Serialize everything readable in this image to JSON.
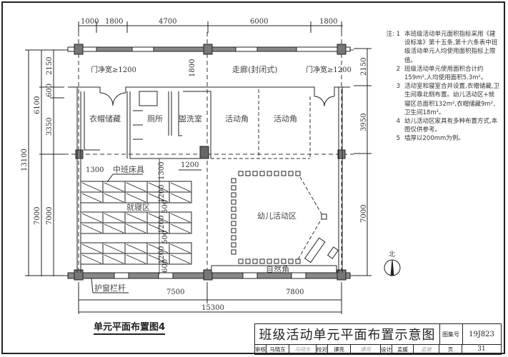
{
  "drawing": {
    "top_dims": [
      "1000",
      "1800",
      "4700",
      "6000",
      "1800"
    ],
    "bottom_dims": [
      "7500",
      "7800"
    ],
    "bottom_total": "15300",
    "left_dims_inner": [
      "2150",
      "600",
      "3350",
      "7000"
    ],
    "left_dims_mid": [
      "6100",
      "7000"
    ],
    "left_total": "13100",
    "right_dims": [
      "2150",
      "3950",
      "7000"
    ],
    "door_width_left": "门净宽≥1200",
    "door_width_right": "门净宽≥1200",
    "corridor_depth": "1800",
    "corridor_label": "走廊(封闭式)",
    "rooms": {
      "wardrobe": "衣帽储藏",
      "toilet": "厕所",
      "washroom": "盥洗室",
      "activity_corner_1": "活动角",
      "activity_corner_2": "活动角",
      "sleeping_area": "就寝区",
      "kids_activity_area": "幼儿活动区",
      "nature_corner": "自然角"
    },
    "bed_label": "中班床具",
    "bed_dims": {
      "aisle_left": "1300",
      "aisle_top": "1300",
      "bed_row": "1200",
      "gap": "500",
      "bottom_gap": "600",
      "opening": "1200"
    },
    "railing_label": "护窗栏杆",
    "north_label": "北"
  },
  "notes": {
    "prefix": "注:",
    "items": [
      {
        "num": "1",
        "text": "本班级活动单元面积指标采用《建设标准》第十五条,第十六条表中班级活动单元人均使用面积指标上限值。"
      },
      {
        "num": "2",
        "text": "班级活动单元使用面积合计约159m²,人均使用面积5.3m²。"
      },
      {
        "num": "3",
        "text": "活动室和寝室合并设置,衣帽储藏,卫生间靠北侧布置。幼儿活动区+就寝区总面积132m²,衣帽储藏9m²,卫生间18m²。"
      },
      {
        "num": "4",
        "text": "幼儿活动区家具有多种布置方式,本图仅供参考。"
      },
      {
        "num": "5",
        "text": "墙厚以200mm为例。"
      }
    ]
  },
  "plan_title": "单元平面布置图4",
  "title_block": {
    "main_title": "班级活动单元平面布置示意图",
    "atlas_label": "图集号",
    "atlas_value": "19J823",
    "review_label": "审核",
    "review_name": "马晓东",
    "review_sig": "马晓东",
    "check_label": "校对",
    "check_name": "谭亮",
    "check_sig": "谭亮",
    "design_label": "设计",
    "design_name": "孟媛",
    "design_sig": "孟媛",
    "page_label": "页",
    "page_value": "31"
  }
}
